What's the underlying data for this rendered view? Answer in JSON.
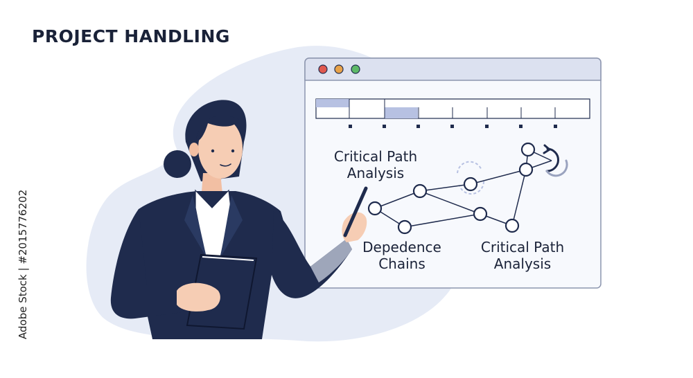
{
  "header": {
    "title": "PROJECT HANDLING"
  },
  "credit": {
    "text": "Adobe Stock | #2015776202"
  },
  "window": {
    "traffic_lights": [
      "#e0584f",
      "#e8a24a",
      "#5db968"
    ],
    "timeline_highlighted_segments": [
      1,
      3
    ]
  },
  "diagram": {
    "label_top": [
      "Critical Path",
      "Analysis"
    ],
    "label_bottom_left": [
      "Depedence",
      "Chains"
    ],
    "label_bottom_right": [
      "Critical Path",
      "Analysis"
    ]
  },
  "colors": {
    "navy": "#1f2b4d",
    "blob": "#e6ebf6",
    "window_bar": "#dce1f0",
    "accent": "#b7c1e2"
  }
}
